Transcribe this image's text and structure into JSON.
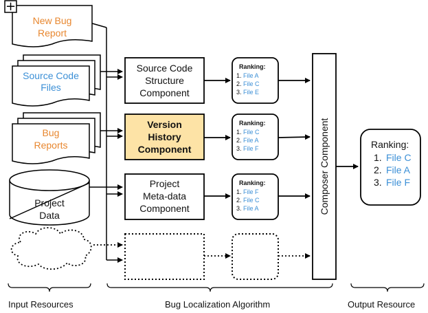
{
  "inputs": {
    "new_bug_report": [
      "New Bug",
      "Report"
    ],
    "source_code_files": [
      "Source Code",
      "Files"
    ],
    "bug_reports": [
      "Bug",
      "Reports"
    ],
    "project_data": [
      "Project",
      "Data"
    ]
  },
  "components": {
    "source_code_structure": [
      "Source Code",
      "Structure",
      "Component"
    ],
    "version_history": [
      "Version",
      "History",
      "Component"
    ],
    "project_metadata": [
      "Project",
      "Meta-data",
      "Component"
    ]
  },
  "rankings": {
    "title": "Ranking:",
    "source_code": [
      {
        "n": "1.",
        "file": "File A"
      },
      {
        "n": "2.",
        "file": "File C"
      },
      {
        "n": "3.",
        "file": "File E"
      }
    ],
    "version_history": [
      {
        "n": "1.",
        "file": "File C"
      },
      {
        "n": "2.",
        "file": "File A"
      },
      {
        "n": "3.",
        "file": "File F"
      }
    ],
    "project_metadata": [
      {
        "n": "1.",
        "file": "File F"
      },
      {
        "n": "2.",
        "file": "File C"
      },
      {
        "n": "3.",
        "file": "File A"
      }
    ]
  },
  "composer": "Composer Component",
  "output": {
    "title": "Ranking:",
    "items": [
      {
        "n": "1.",
        "file": "File C"
      },
      {
        "n": "2.",
        "file": "File A"
      },
      {
        "n": "3.",
        "file": "File F"
      }
    ]
  },
  "sections": {
    "input": "Input Resources",
    "algorithm": "Bug Localization Algorithm",
    "output": "Output Resource"
  },
  "plus_symbol": "+",
  "colors": {
    "orange_text": "#e8872f",
    "blue_text": "#3b8fd6",
    "highlight_fill": "#fde3a6"
  }
}
